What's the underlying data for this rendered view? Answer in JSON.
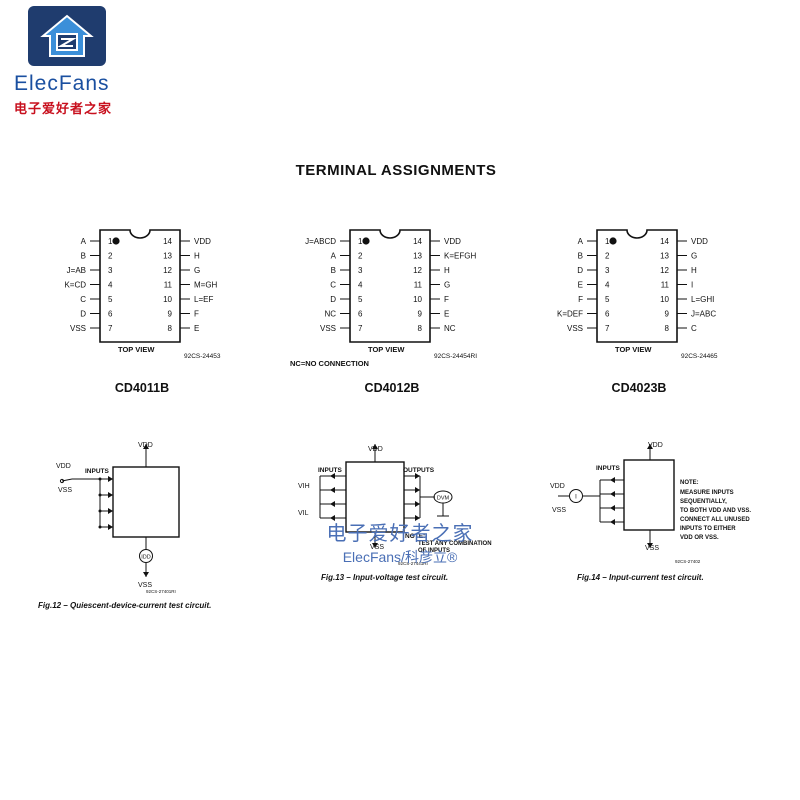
{
  "logo": {
    "brand": "ElecFans",
    "brand_cn": "电子爱好者之家",
    "icon": "house-logo-icon"
  },
  "title": "TERMINAL ASSIGNMENTS",
  "chips": [
    {
      "name": "CD4011B",
      "top_view": "TOP VIEW",
      "code": "92CS-24453",
      "note": "",
      "left_pins": [
        "A",
        "B",
        "J=AB",
        "K=CD",
        "C",
        "D",
        "VSS"
      ],
      "right_pins": [
        "VDD",
        "H",
        "G",
        "M=GH",
        "L=EF",
        "F",
        "E"
      ]
    },
    {
      "name": "CD4012B",
      "top_view": "TOP VIEW",
      "code": "92CS-24454RI",
      "note": "NC=NO CONNECTION",
      "left_pins": [
        "J=ABCD",
        "A",
        "B",
        "C",
        "D",
        "NC",
        "VSS"
      ],
      "right_pins": [
        "VDD",
        "K=EFGH",
        "H",
        "G",
        "F",
        "E",
        "NC"
      ]
    },
    {
      "name": "CD4023B",
      "top_view": "TOP VIEW",
      "code": "92CS-24465",
      "note": "",
      "left_pins": [
        "A",
        "B",
        "D",
        "E",
        "F",
        "K=DEF",
        "VSS"
      ],
      "right_pins": [
        "VDD",
        "G",
        "H",
        "I",
        "L=GHI",
        "J=ABC",
        "C"
      ]
    }
  ],
  "figures": [
    {
      "caption": "Fig.12 – Quiescent-device-current test circuit.",
      "code": "92CS-27401RI",
      "inputs": "INPUTS",
      "vdd": "VDD",
      "vss": "VSS",
      "meter": "IDD"
    },
    {
      "caption": "Fig.13 – Input-voltage test circuit.",
      "code": "92CS-27441RI",
      "inputs": "INPUTS",
      "outputs": "OUTPUTS",
      "vdd": "VDD",
      "vss": "VSS",
      "vih": "VIH",
      "vil": "VIL",
      "meter": "DVM",
      "note_title": "NOTE:",
      "note": [
        "TEST ANY COMBINATION",
        "OF INPUTS"
      ]
    },
    {
      "caption": "Fig.14 – Input-current test circuit.",
      "code": "92CS-27402",
      "inputs": "INPUTS",
      "vdd": "VDD",
      "vss": "VSS",
      "meter": "I",
      "note_title": "NOTE:",
      "note": [
        "MEASURE INPUTS",
        "SEQUENTIALLY,",
        "TO BOTH VDD AND VSS.",
        "CONNECT ALL UNUSED",
        "INPUTS TO EITHER",
        "VDD OR VSS."
      ]
    }
  ],
  "watermark": {
    "line1": "电子爱好者之家",
    "line2": "ElecFans/科彦立®"
  },
  "colors": {
    "brand_blue": "#1a4fa0",
    "brand_red": "#c8101e",
    "watermark": "#4a6fb5"
  }
}
